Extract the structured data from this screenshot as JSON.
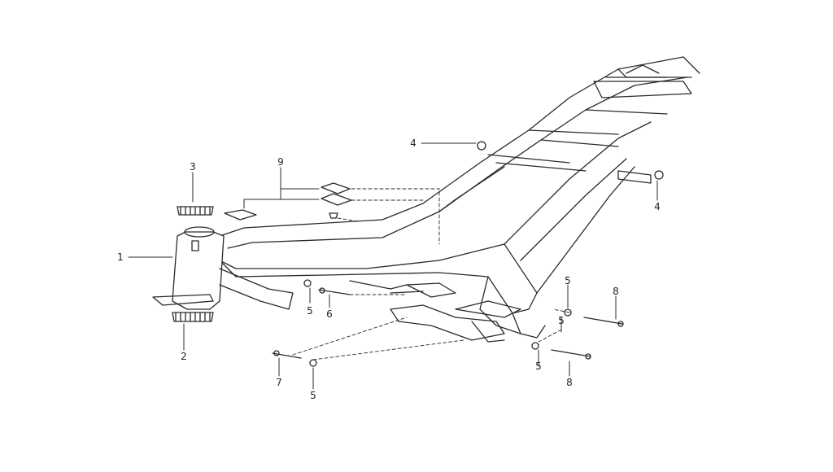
{
  "diagram": {
    "ink_color": "#2a2a2a",
    "fill_color": "#ffffff",
    "callouts": [
      {
        "id": "callout-1",
        "text": "1"
      },
      {
        "id": "callout-2",
        "text": "2"
      },
      {
        "id": "callout-3",
        "text": "3"
      },
      {
        "id": "callout-4-top",
        "text": "4"
      },
      {
        "id": "callout-4-right",
        "text": "4"
      },
      {
        "id": "callout-5-left",
        "text": "5"
      },
      {
        "id": "callout-5-right-top",
        "text": "5"
      },
      {
        "id": "callout-5-right-mid",
        "text": "5"
      },
      {
        "id": "callout-5-right-bottom",
        "text": "5"
      },
      {
        "id": "callout-6",
        "text": "6"
      },
      {
        "id": "callout-7",
        "text": "7"
      },
      {
        "id": "callout-5-bottom",
        "text": "5"
      },
      {
        "id": "callout-8-top",
        "text": "8"
      },
      {
        "id": "callout-8-bottom",
        "text": "8"
      },
      {
        "id": "callout-9",
        "text": "9"
      }
    ]
  }
}
